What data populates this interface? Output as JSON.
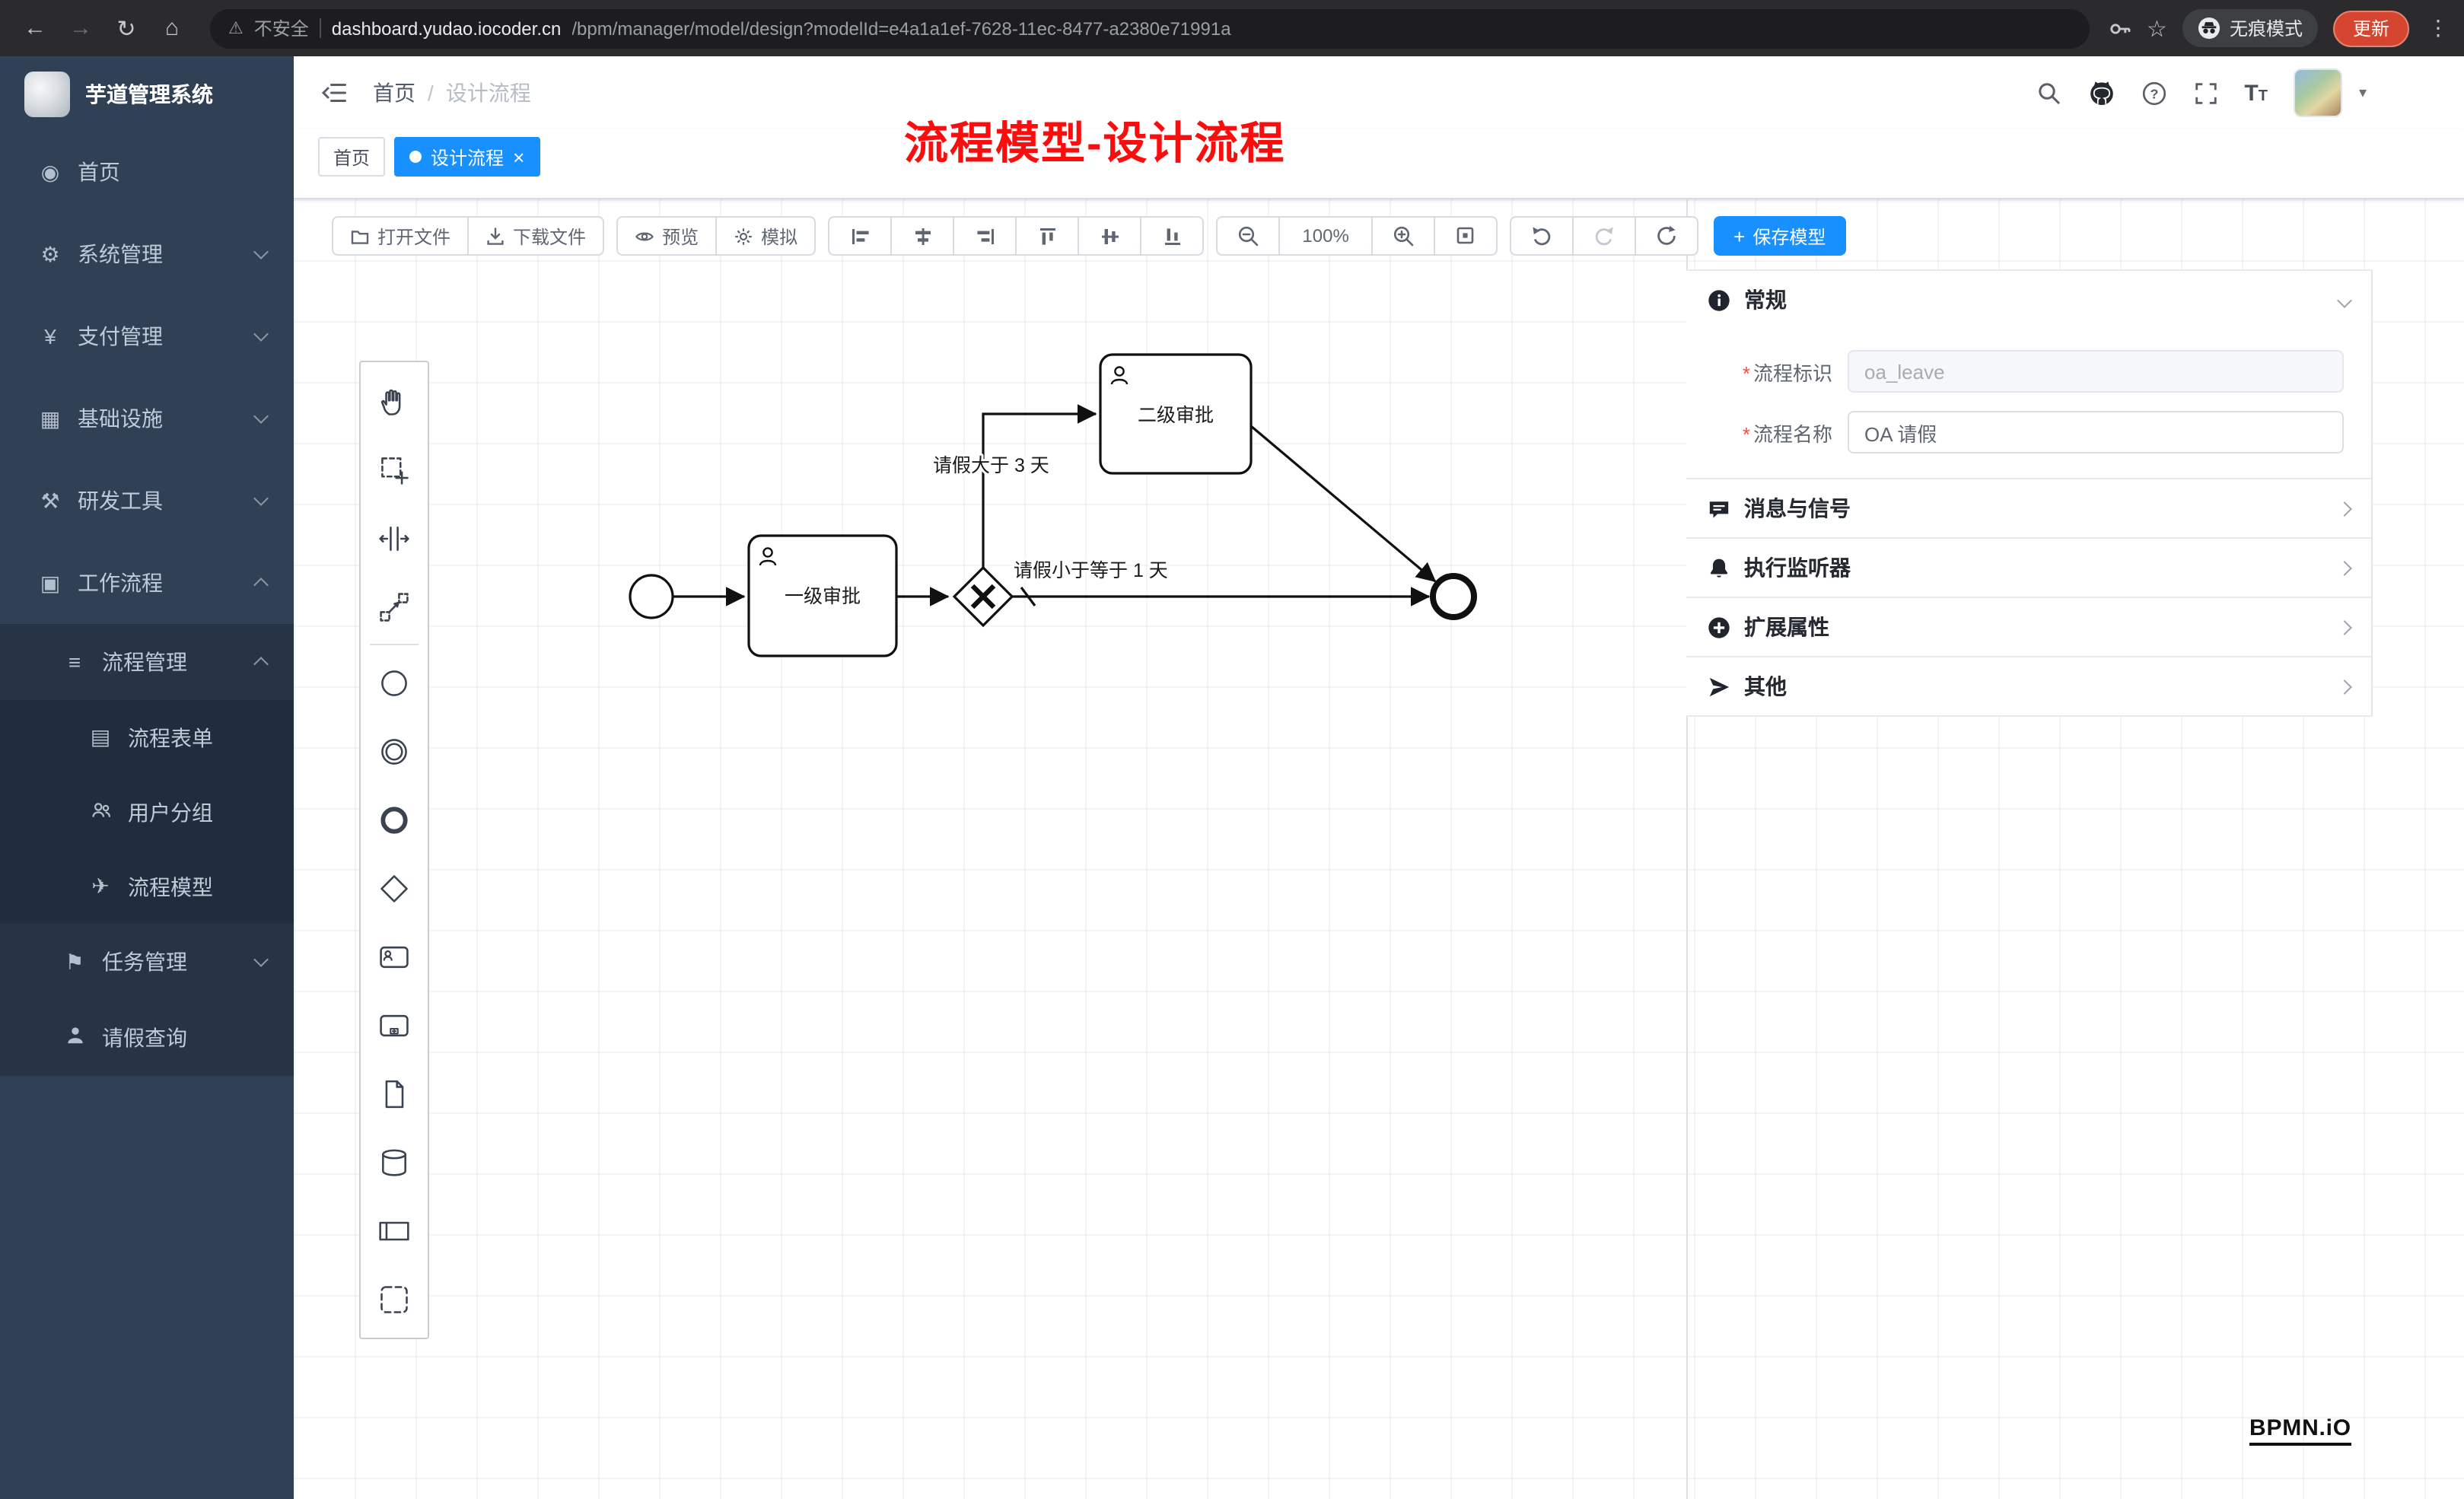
{
  "browser": {
    "security_label": "不安全",
    "url_host": "dashboard.yudao.iocoder.cn",
    "url_path": "/bpm/manager/model/design?modelId=e4a1a1ef-7628-11ec-8477-a2380e71991a",
    "incognito_label": "无痕模式",
    "update_label": "更新"
  },
  "sidebar": {
    "app_title": "芋道管理系统",
    "menu": [
      {
        "label": "首页"
      },
      {
        "label": "系统管理"
      },
      {
        "label": "支付管理"
      },
      {
        "label": "基础设施"
      },
      {
        "label": "研发工具"
      },
      {
        "label": "工作流程"
      },
      {
        "label": "流程管理"
      },
      {
        "label": "流程表单"
      },
      {
        "label": "用户分组"
      },
      {
        "label": "流程模型"
      },
      {
        "label": "任务管理"
      },
      {
        "label": "请假查询"
      }
    ]
  },
  "header": {
    "breadcrumb_home": "首页",
    "breadcrumb_current": "设计流程",
    "annotation": "流程模型-设计流程"
  },
  "tabs": [
    {
      "label": "首页"
    },
    {
      "label": "设计流程"
    }
  ],
  "toolbar": {
    "open_file": "打开文件",
    "download_file": "下载文件",
    "preview": "预览",
    "simulate": "模拟",
    "zoom_level": "100%",
    "save_model": "保存模型"
  },
  "diagram": {
    "task_level1": "一级审批",
    "task_level2": "二级审批",
    "flow_gt3": "请假大于 3 天",
    "flow_le1": "请假小于等于 1 天"
  },
  "panel": {
    "section_general": "常规",
    "field_key_label": "流程标识",
    "field_key_value": "oa_leave",
    "field_name_label": "流程名称",
    "field_name_value": "OA 请假",
    "section_message": "消息与信号",
    "section_listener": "执行监听器",
    "section_ext": "扩展属性",
    "section_other": "其他"
  },
  "watermark": "BPMN.iO",
  "ui_colors": {
    "accent_blue": "#1890ff",
    "annotation_red": "#fb0d0d",
    "sidebar_bg": "#304156"
  }
}
